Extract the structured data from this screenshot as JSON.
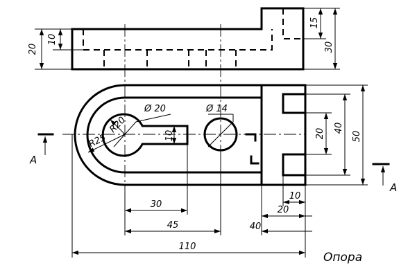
{
  "caption": "Опора",
  "section_label_left": "A",
  "section_label_right": "A",
  "dimensions": {
    "d20": "Ø 20",
    "d14": "Ø 14",
    "r20": "R20",
    "r25": "R25",
    "slot_10": "10",
    "front_left_20": "20",
    "front_left_10": "10",
    "front_right_15": "15",
    "front_right_30": "30",
    "right_20": "20",
    "right_40": "40",
    "right_50": "50",
    "bottom_10": "10",
    "bottom_20": "20",
    "bottom_30": "30",
    "bottom_45": "45",
    "bottom_40": "40",
    "bottom_110": "110"
  },
  "colors": {
    "line": "#000000",
    "background": "#ffffff"
  }
}
